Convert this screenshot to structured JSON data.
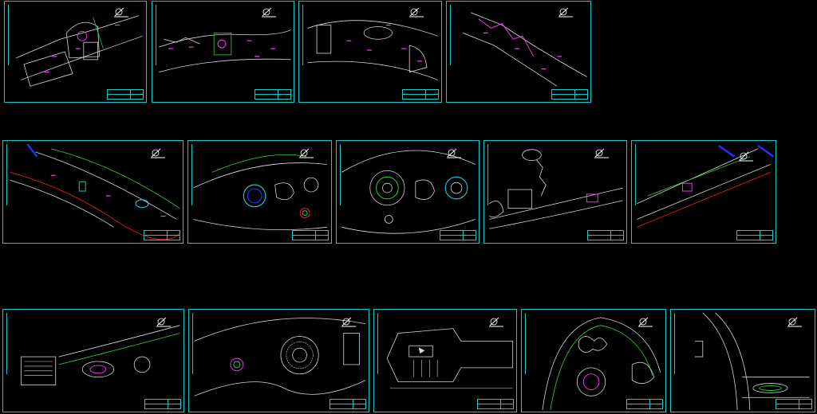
{
  "colors": {
    "background": "#000000",
    "frame": "#1fc4c4",
    "linework": "#d8d8d8",
    "annotation": "#ff3cff",
    "vegetation": "#2fd14a",
    "boundary_red": "#ff2020",
    "boundary_blue": "#2030ff",
    "plaza_cyan": "#1fc4c4"
  },
  "sheets": [
    {
      "id": "sheet-1",
      "row": 1
    },
    {
      "id": "sheet-2",
      "row": 1
    },
    {
      "id": "sheet-3",
      "row": 1
    },
    {
      "id": "sheet-4",
      "row": 1
    },
    {
      "id": "sheet-5",
      "row": 2
    },
    {
      "id": "sheet-6",
      "row": 2
    },
    {
      "id": "sheet-7",
      "row": 2
    },
    {
      "id": "sheet-8",
      "row": 2
    },
    {
      "id": "sheet-9",
      "row": 2
    },
    {
      "id": "sheet-10",
      "row": 3
    },
    {
      "id": "sheet-11",
      "row": 3
    },
    {
      "id": "sheet-12",
      "row": 3
    },
    {
      "id": "sheet-13",
      "row": 3
    },
    {
      "id": "sheet-14",
      "row": 3
    }
  ],
  "icons": {
    "north_arrow": "north-arrow-icon",
    "title_block": "title-block"
  }
}
